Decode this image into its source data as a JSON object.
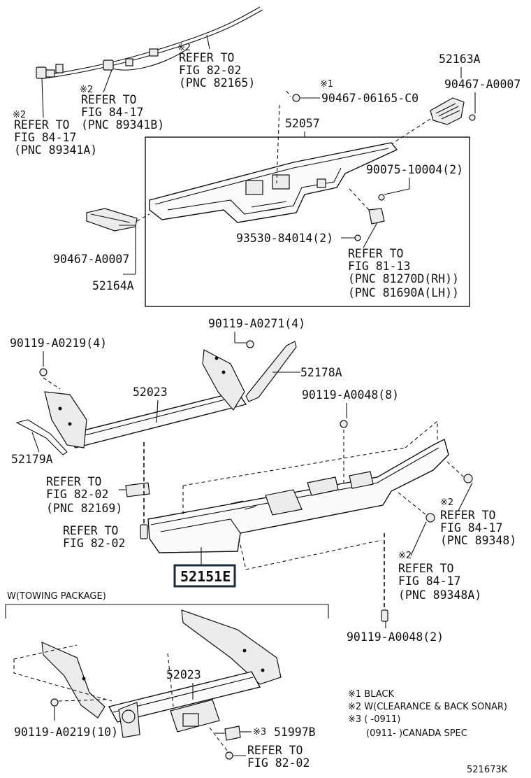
{
  "labels": {
    "refer_82165": [
      "※2",
      "REFER TO",
      "FIG 82-02",
      "(PNC 82165)"
    ],
    "refer_89341B": [
      "※2",
      "REFER TO",
      "FIG 84-17",
      "(PNC 89341B)"
    ],
    "refer_89341A": [
      "※2",
      "REFER TO",
      "FIG 84-17",
      "(PNC 89341A)"
    ],
    "p_52163A": "52163A",
    "p_90467_06165": [
      "※1",
      "90467-06165-C0"
    ],
    "p_90467_A0007_top": "90467-A0007",
    "p_52057": "52057",
    "p_90075": "90075-10004(2)",
    "p_93530": "93530-84014(2)",
    "refer_81270": [
      "REFER TO",
      "FIG 81-13",
      "(PNC 81270D(RH))",
      "(PNC 81690A(LH))"
    ],
    "p_90467_A0007_left": "90467-A0007",
    "p_52164A": "52164A",
    "p_90119_A0219_4": "90119-A0219(4)",
    "p_90119_A0271": "90119-A0271(4)",
    "p_52178A": "52178A",
    "p_52023": "52023",
    "p_90119_A0048_8": "90119-A0048(8)",
    "p_52179A": "52179A",
    "refer_82169": [
      "REFER TO",
      "FIG 82-02",
      "(PNC 82169)"
    ],
    "refer_82_02_mid": [
      "REFER TO",
      "FIG 82-02"
    ],
    "refer_89348": [
      "※2",
      "REFER TO",
      "FIG 84-17",
      "(PNC 89348)"
    ],
    "refer_89348A": [
      "※2",
      "REFER TO",
      "FIG 84-17",
      "(PNC 89348A)"
    ],
    "p_52151E": "52151E",
    "p_90119_A0048_2": "90119-A0048(2)",
    "towing_header": "W(TOWING PACKAGE)",
    "p_52023_tow": "52023",
    "p_90119_A0219_10": "90119-A0219(10)",
    "p_51997B": [
      "※3",
      "51997B"
    ],
    "refer_82_02_bottom": [
      "REFER TO",
      "FIG 82-02"
    ],
    "notes": [
      "※1 BLACK",
      "※2 W(CLEARANCE & BACK SONAR)",
      "※3 (        -0911)",
      "(0911-        )CANADA SPEC"
    ],
    "figure_id": "521673K"
  }
}
